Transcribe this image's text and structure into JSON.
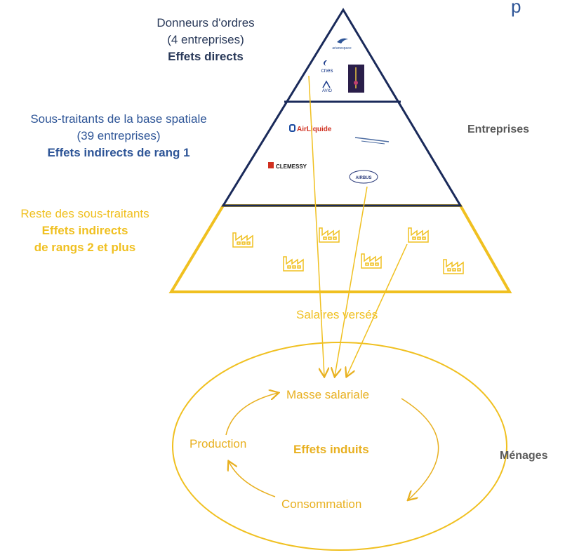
{
  "top_partial_text": "p",
  "tier1": {
    "line1": "Donneurs d'ordres",
    "line2": "(4 entreprises)",
    "line3": "Effets directs"
  },
  "tier2": {
    "line1": "Sous-traitants de la base spatiale",
    "line2": "(39 entreprises)",
    "line3": "Effets indirects de rang 1"
  },
  "tier3": {
    "line1": "Reste des sous-traitants",
    "line2": "Effets indirects",
    "line3": "de rangs 2 et plus"
  },
  "logos": {
    "airliquide": "AirLiquide",
    "clemessy": "CLEMESSY",
    "cnes": "cnes",
    "avio": "AVIO",
    "arianespace": "arianespace",
    "airbus": "AIRBUS"
  },
  "side_labels": {
    "entreprises": "Entreprises",
    "menages": "Ménages"
  },
  "flow_label": "Salaires versés",
  "cycle": {
    "masse": "Masse salariale",
    "production": "Production",
    "consommation": "Consommation",
    "center": "Effets induits"
  },
  "colors": {
    "navy": "#1a2a5a",
    "gold": "#f0c020",
    "blue": "#2e5597"
  }
}
